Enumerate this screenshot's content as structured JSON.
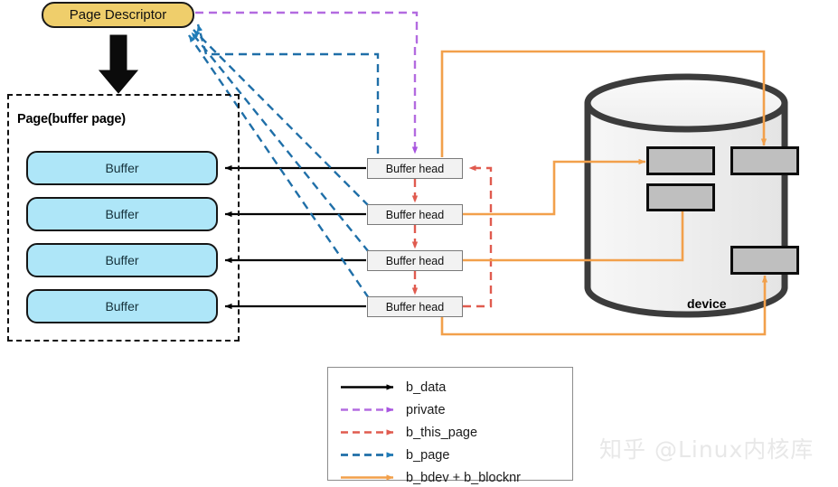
{
  "diagram": {
    "title_node": "Page Descriptor",
    "page_container_label": "Page(buffer page)",
    "device_label": "device",
    "buffers": [
      {
        "label": "Buffer"
      },
      {
        "label": "Buffer"
      },
      {
        "label": "Buffer"
      },
      {
        "label": "Buffer"
      }
    ],
    "buffer_heads": [
      {
        "label": "Buffer head"
      },
      {
        "label": "Buffer head"
      },
      {
        "label": "Buffer head"
      },
      {
        "label": "Buffer head"
      }
    ],
    "device_blocks": [
      {
        "name": "block-top-left"
      },
      {
        "name": "block-top-right"
      },
      {
        "name": "block-mid-left"
      },
      {
        "name": "block-bottom-right"
      }
    ]
  },
  "legend": {
    "items": [
      {
        "label": "b_data",
        "color": "#000000",
        "style": "solid"
      },
      {
        "label": "private",
        "color": "#B36BE0",
        "style": "dashed"
      },
      {
        "label": "b_this_page",
        "color": "#E05B4F",
        "style": "dashed"
      },
      {
        "label": "b_page",
        "color": "#1F6FA8",
        "style": "dashed"
      },
      {
        "label": "b_bdev + b_blocknr",
        "color": "#F2A04B",
        "style": "solid"
      }
    ]
  },
  "colors": {
    "page_descriptor_fill": "#EFCE6B",
    "buffer_fill": "#AEE6F8",
    "buffer_head_fill": "#F2F2F2",
    "device_block_fill": "#BFBFBF",
    "cylinder_stroke": "#3C3C3C",
    "b_data": "#000000",
    "private": "#B36BE0",
    "b_this_page": "#E05B4F",
    "b_page": "#1F6FA8",
    "b_bdev_b_blocknr": "#F2A04B"
  },
  "watermark": {
    "text": "知乎 @Linux内核库"
  }
}
